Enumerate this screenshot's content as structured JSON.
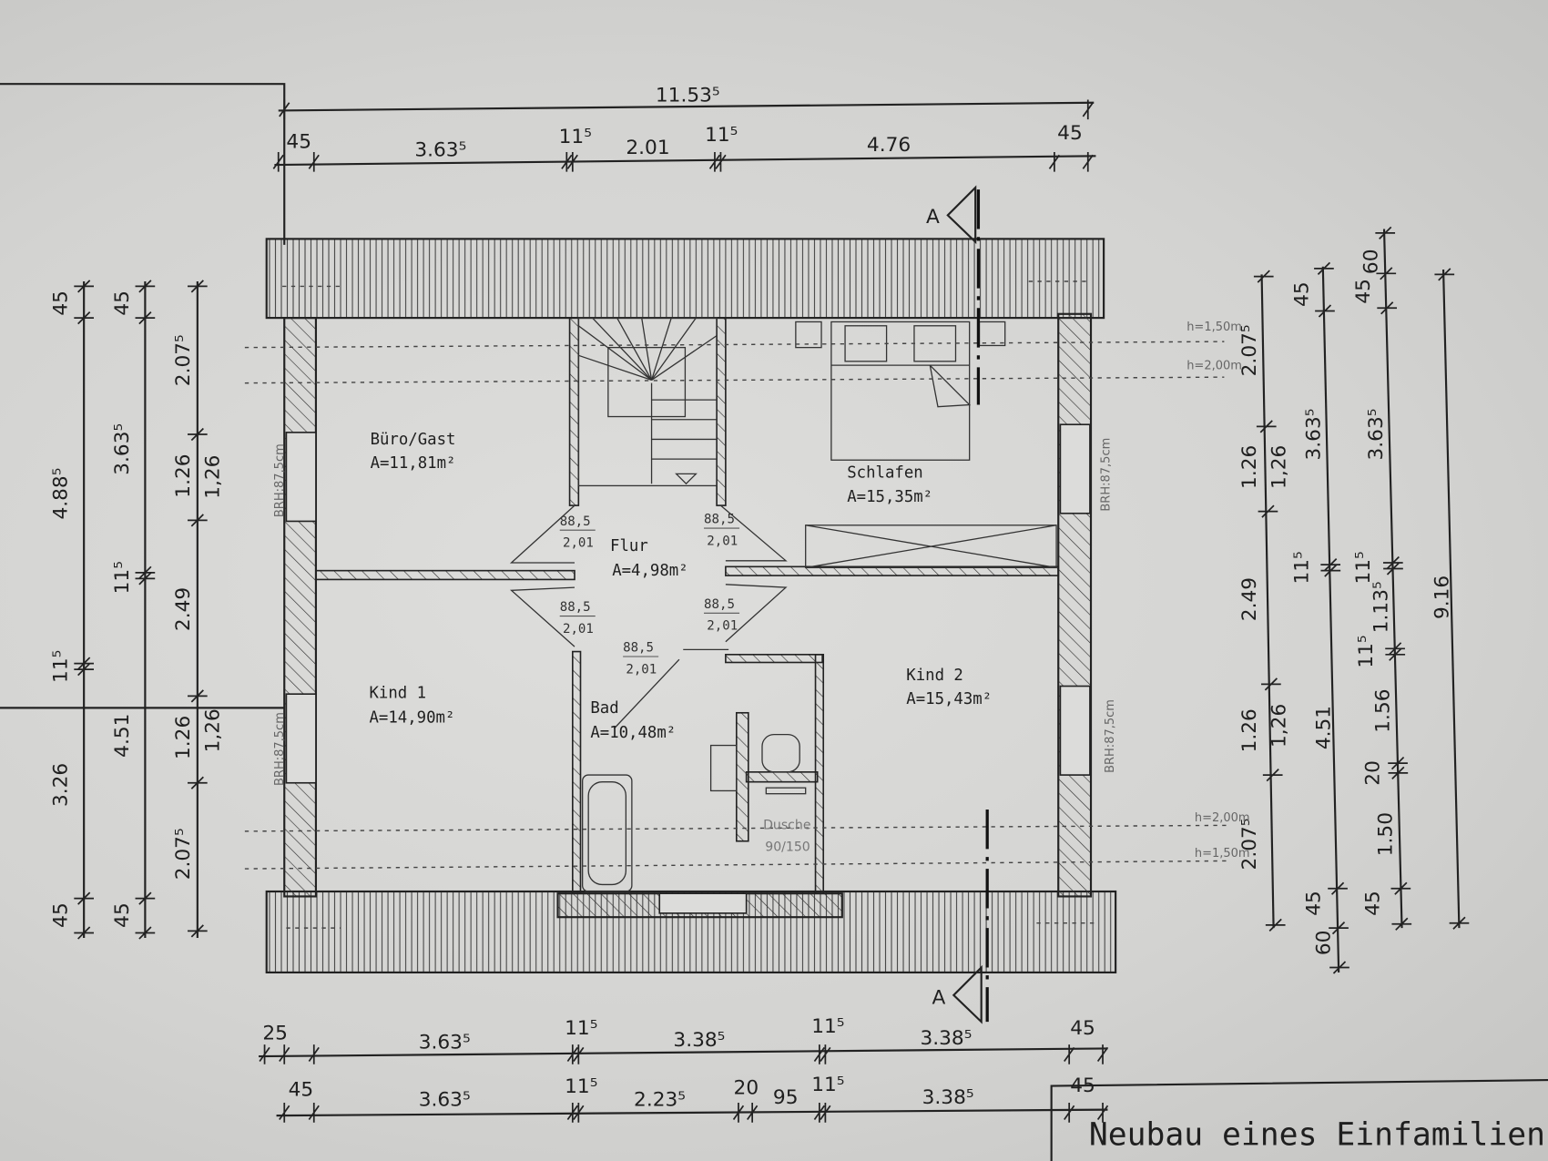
{
  "title": "Neubau eines Einfamilienh",
  "section_marks": [
    "A",
    "A"
  ],
  "rooms": [
    {
      "name": "Büro/Gast",
      "area": "A=11,81m²"
    },
    {
      "name": "Schlafen",
      "area": "A=15,35m²"
    },
    {
      "name": "Flur",
      "area": "A=4,98m²"
    },
    {
      "name": "Kind 1",
      "area": "A=14,90m²"
    },
    {
      "name": "Bad",
      "area": "A=10,48m²"
    },
    {
      "name": "Kind 2",
      "area": "A=15,43m²"
    }
  ],
  "doors": [
    {
      "w": "88,5",
      "h": "2,01"
    },
    {
      "w": "88,5",
      "h": "2,01"
    },
    {
      "w": "88,5",
      "h": "2,01"
    },
    {
      "w": "88,5",
      "h": "2,01"
    },
    {
      "w": "88,5",
      "h": "2,01"
    }
  ],
  "shower": {
    "label": "Dusche",
    "size": "90/150"
  },
  "brh": [
    "BRH:87,5cm",
    "BRH:87,5cm",
    "BRH:87,5cm",
    "BRH:87,5cm"
  ],
  "heights": [
    "h=1,50m",
    "h=2,00m",
    "h=2,00m",
    "h=1,50m"
  ],
  "dims_top": {
    "total": "11.53⁵",
    "row": [
      "45",
      "3.63⁵",
      "11⁵",
      "2.01",
      "11⁵",
      "4.76",
      "45"
    ]
  },
  "dims_bottom": {
    "row1": [
      "25",
      "3.63⁵",
      "11⁵",
      "3.38⁵",
      "11⁵",
      "3.38⁵",
      "45"
    ],
    "row2": [
      "45",
      "3.63⁵",
      "11⁵",
      "2.23⁵",
      "20",
      "95",
      "11⁵",
      "3.38⁵",
      "45"
    ]
  },
  "dims_left": {
    "col1": [
      "45",
      "4.88⁵",
      "11⁵",
      "3.26",
      "45"
    ],
    "col2": [
      "45",
      "3.63⁵",
      "11⁵",
      "4.51",
      "45"
    ],
    "col3": [
      "2.07⁵",
      "1.26",
      "2.49",
      "1.26",
      "2.07⁵"
    ],
    "col3b": [
      "1,26",
      "1,26"
    ]
  },
  "dims_right": {
    "col1": [
      "2.07⁵",
      "1.26",
      "2.49",
      "1.26",
      "2.07⁵"
    ],
    "col1b": [
      "1,26",
      "1,26"
    ],
    "col2": [
      "45",
      "3.63⁵",
      "11⁵",
      "4.51",
      "45",
      "60"
    ],
    "col3": [
      "60",
      "45",
      "3.63⁵",
      "11⁵",
      "1.13⁵",
      "11⁵",
      "1.56",
      "20",
      "1.50",
      "45"
    ],
    "total": "9.16"
  }
}
